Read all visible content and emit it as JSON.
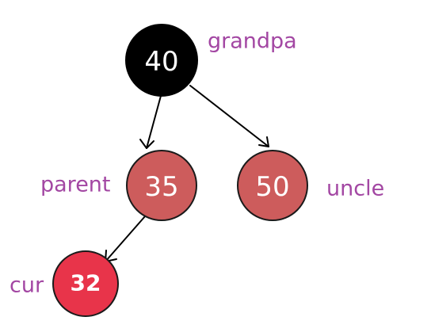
{
  "tree": {
    "nodes": [
      {
        "id": "grandpa",
        "value": "40",
        "label": "grandpa",
        "fill": "#000000",
        "stroke": "#000000"
      },
      {
        "id": "parent",
        "value": "35",
        "label": "parent",
        "fill": "#cd5c5c",
        "stroke": "#1a1a1a"
      },
      {
        "id": "uncle",
        "value": "50",
        "label": "uncle",
        "fill": "#cd5c5c",
        "stroke": "#1a1a1a"
      },
      {
        "id": "cur",
        "value": "32",
        "label": "cur",
        "fill": "#e8344a",
        "stroke": "#1a1a1a"
      }
    ],
    "edges": [
      {
        "from": "grandpa",
        "to": "parent"
      },
      {
        "from": "grandpa",
        "to": "uncle"
      },
      {
        "from": "parent",
        "to": "cur"
      }
    ]
  },
  "colors": {
    "label_text": "#a347a3",
    "edge": "#000000"
  }
}
